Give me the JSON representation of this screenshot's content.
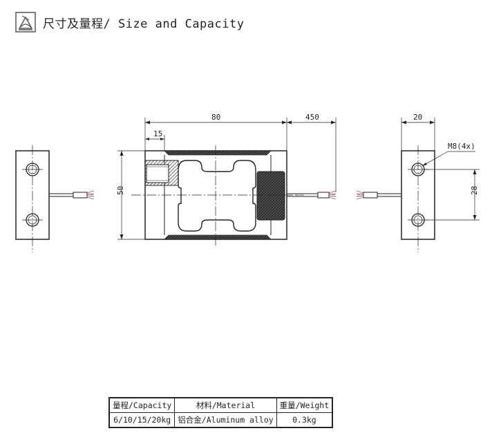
{
  "header": {
    "icon": "load-cell-logo-icon",
    "title": "尺寸及量程/ Size and Capacity"
  },
  "drawing": {
    "dimensions": {
      "length": "80",
      "cable_length": "450",
      "offset": "15",
      "height": "50",
      "end_width": "20",
      "hole_spacing": "28",
      "thread": "M8(4x)"
    }
  },
  "spec_table": {
    "headers": [
      "量程/Capacity",
      "材料/Material",
      "重量/Weight"
    ],
    "rows": [
      [
        "6/10/15/20kg",
        "铝合金/Aluminum alloy",
        "0.3kg"
      ]
    ]
  }
}
